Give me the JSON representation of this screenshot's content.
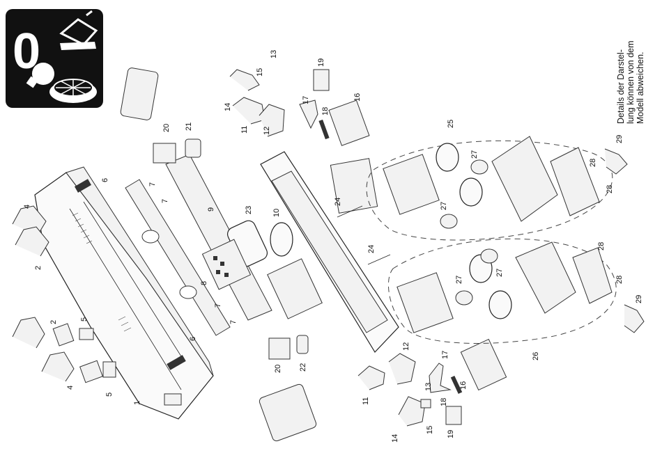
{
  "note": "Details der Darstel-\nlung können von dem\nModell abweichen.",
  "icon": {
    "digit": "0",
    "symbols": [
      "tool-icon",
      "bulb-icon",
      "wheel-icon"
    ],
    "background": "#111111"
  },
  "labels": [
    "1",
    "2",
    "2",
    "4",
    "4",
    "5",
    "5",
    "6",
    "6",
    "7",
    "7",
    "7",
    "7",
    "8",
    "9",
    "10",
    "11",
    "11",
    "12",
    "12",
    "13",
    "13",
    "14",
    "14",
    "15",
    "15",
    "16",
    "16",
    "17",
    "17",
    "18",
    "18",
    "19",
    "19",
    "20",
    "20",
    "21",
    "22",
    "23",
    "24",
    "24",
    "25",
    "26",
    "27",
    "27",
    "27",
    "27",
    "28",
    "28",
    "28",
    "28",
    "29",
    "29"
  ]
}
